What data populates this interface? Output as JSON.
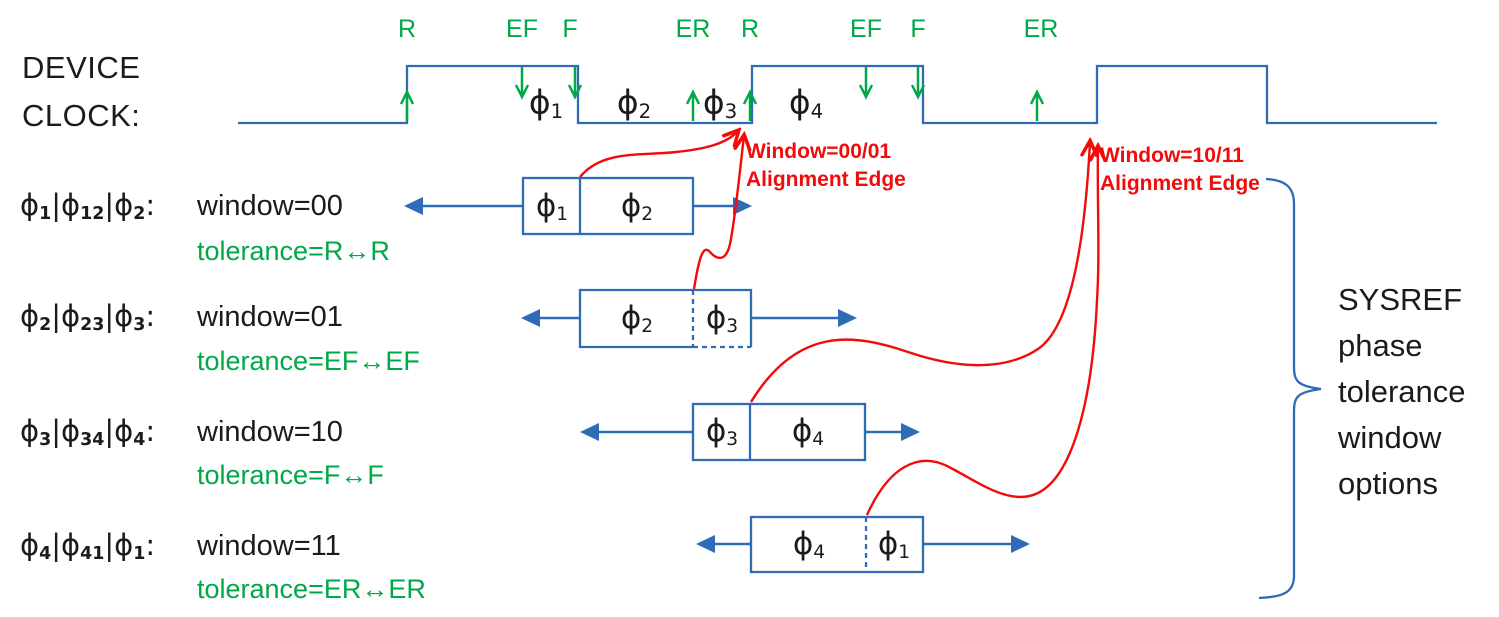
{
  "title": {
    "line1": "DEVICE",
    "line2": "CLOCK:"
  },
  "colors": {
    "blue": "#2e6cb5",
    "green": "#00a848",
    "red": "#f30b0b",
    "text": "#1b1b1b"
  },
  "clock": {
    "edge_labels": [
      {
        "text": "R"
      },
      {
        "text": "EF"
      },
      {
        "text": "F"
      },
      {
        "text": "ER"
      },
      {
        "text": "R"
      },
      {
        "text": "EF"
      },
      {
        "text": "F"
      },
      {
        "text": "ER"
      }
    ],
    "phases": [
      {
        "segs": [
          {
            "t": "ϕ",
            "s": "1"
          }
        ]
      },
      {
        "segs": [
          {
            "t": "ϕ",
            "s": "2"
          }
        ]
      },
      {
        "segs": [
          {
            "t": "ϕ",
            "s": "3"
          }
        ]
      },
      {
        "segs": [
          {
            "t": "ϕ",
            "s": "4"
          }
        ]
      }
    ]
  },
  "annotations": [
    {
      "line1": "Window=00/01",
      "line2": "Alignment Edge"
    },
    {
      "line1": "Window=10/11",
      "line2": "Alignment Edge"
    }
  ],
  "rows": [
    {
      "expr": [
        {
          "t": "ϕ",
          "s": "1"
        },
        {
          "t": "|ϕ",
          "s": "12"
        },
        {
          "t": "|ϕ",
          "s": "2"
        },
        {
          "t": ":"
        }
      ],
      "window": "window=00",
      "tolerance": "tolerance=R↔R",
      "cells": [
        {
          "segs": [
            {
              "t": "ϕ",
              "s": "1"
            }
          ]
        },
        {
          "segs": [
            {
              "t": "ϕ",
              "s": "2"
            }
          ]
        }
      ]
    },
    {
      "expr": [
        {
          "t": "ϕ",
          "s": "2"
        },
        {
          "t": "|ϕ",
          "s": "23"
        },
        {
          "t": "|ϕ",
          "s": "3"
        },
        {
          "t": ":"
        }
      ],
      "window": "window=01",
      "tolerance": "tolerance=EF↔EF",
      "cells": [
        {
          "segs": [
            {
              "t": "ϕ",
              "s": "2"
            }
          ]
        },
        {
          "segs": [
            {
              "t": "ϕ",
              "s": "3"
            }
          ]
        }
      ]
    },
    {
      "expr": [
        {
          "t": "ϕ",
          "s": "3"
        },
        {
          "t": "|ϕ",
          "s": "34"
        },
        {
          "t": "|ϕ",
          "s": "4"
        },
        {
          "t": ":"
        }
      ],
      "window": "window=10",
      "tolerance": "tolerance=F↔F",
      "cells": [
        {
          "segs": [
            {
              "t": "ϕ",
              "s": "3"
            }
          ]
        },
        {
          "segs": [
            {
              "t": "ϕ",
              "s": "4"
            }
          ]
        }
      ]
    },
    {
      "expr": [
        {
          "t": "ϕ",
          "s": "4"
        },
        {
          "t": "|ϕ",
          "s": "41"
        },
        {
          "t": "|ϕ",
          "s": "1"
        },
        {
          "t": ":"
        }
      ],
      "window": "window=11",
      "tolerance": "tolerance=ER↔ER",
      "cells": [
        {
          "segs": [
            {
              "t": "ϕ",
              "s": "4"
            }
          ]
        },
        {
          "segs": [
            {
              "t": "ϕ",
              "s": "1"
            }
          ]
        }
      ]
    }
  ],
  "legend": {
    "lines": [
      "SYSREF",
      "phase",
      "tolerance",
      "window",
      "options"
    ]
  }
}
